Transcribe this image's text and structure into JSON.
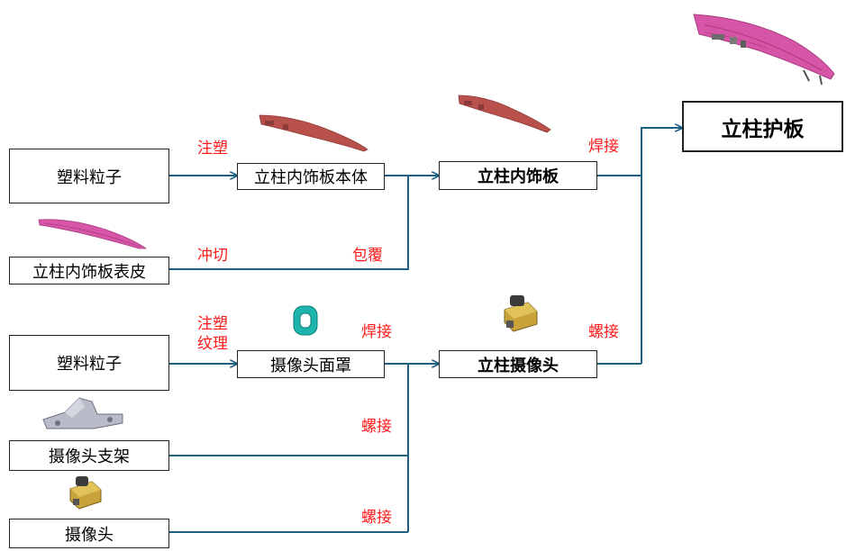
{
  "colors": {
    "line": "#1f5f82",
    "label": "#ff1a1a",
    "box_border": "#222222",
    "trim_red": "#b8504c",
    "skin_pink": "#d655a6",
    "camera_cover": "#1fb3ad",
    "camera_body": "#c9a339",
    "bracket": "#b9bcc8"
  },
  "nodes": {
    "plastic_pellets_1": "塑料粒子",
    "skin": "立柱内饰板表皮",
    "trim_body": "立柱内饰板本体",
    "inner_trim": "立柱内饰板",
    "pillar_panel": "立柱护板",
    "plastic_pellets_2": "塑料粒子",
    "camera_cover": "摄像头面罩",
    "pillar_camera": "立柱摄像头",
    "camera_bracket": "摄像头支架",
    "camera": "摄像头"
  },
  "processes": {
    "injection": "注塑",
    "punch": "冲切",
    "wrap": "包覆",
    "weld_1": "焊接",
    "injection_2": "注塑",
    "texture": "纹理",
    "weld_2": "焊接",
    "screw_1": "螺接",
    "screw_2": "螺接",
    "screw_3": "螺接"
  },
  "images": {
    "pillar_panel": "pillar-panel-image",
    "trim_body": "trim-body-image",
    "inner_trim": "inner-trim-image",
    "skin": "skin-image",
    "camera_cover": "camera-cover-image",
    "pillar_camera": "camera-image",
    "camera_bracket": "bracket-image",
    "camera": "camera-image"
  }
}
